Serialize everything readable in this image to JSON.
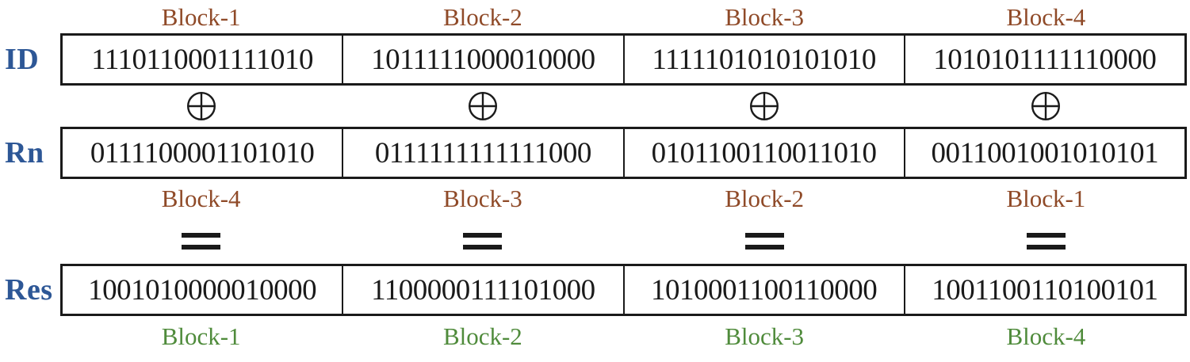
{
  "colors": {
    "blue": "#2d5796",
    "brown": "#8f4a28",
    "green": "#4f8b3b",
    "ink": "#1a1a1a"
  },
  "block_labels": {
    "top": [
      "Block-1",
      "Block-2",
      "Block-3",
      "Block-4"
    ],
    "middle": [
      "Block-4",
      "Block-3",
      "Block-2",
      "Block-1"
    ],
    "bottom": [
      "Block-1",
      "Block-2",
      "Block-3",
      "Block-4"
    ]
  },
  "rows": {
    "id": {
      "label": "ID",
      "cells": [
        "1110110001111010",
        "1011111000010000",
        "1111101010101010",
        "1010101111110000"
      ]
    },
    "rn": {
      "label": "Rn",
      "cells": [
        "0111100001101010",
        "0111111111111000",
        "0101100110011010",
        "0011001001010101"
      ]
    },
    "res": {
      "label": "Res",
      "cells": [
        "1001010000010000",
        "1100000111101000",
        "1010001100110000",
        "1001100110100101"
      ]
    }
  },
  "operators": {
    "xor": "⊕",
    "equals": "="
  }
}
